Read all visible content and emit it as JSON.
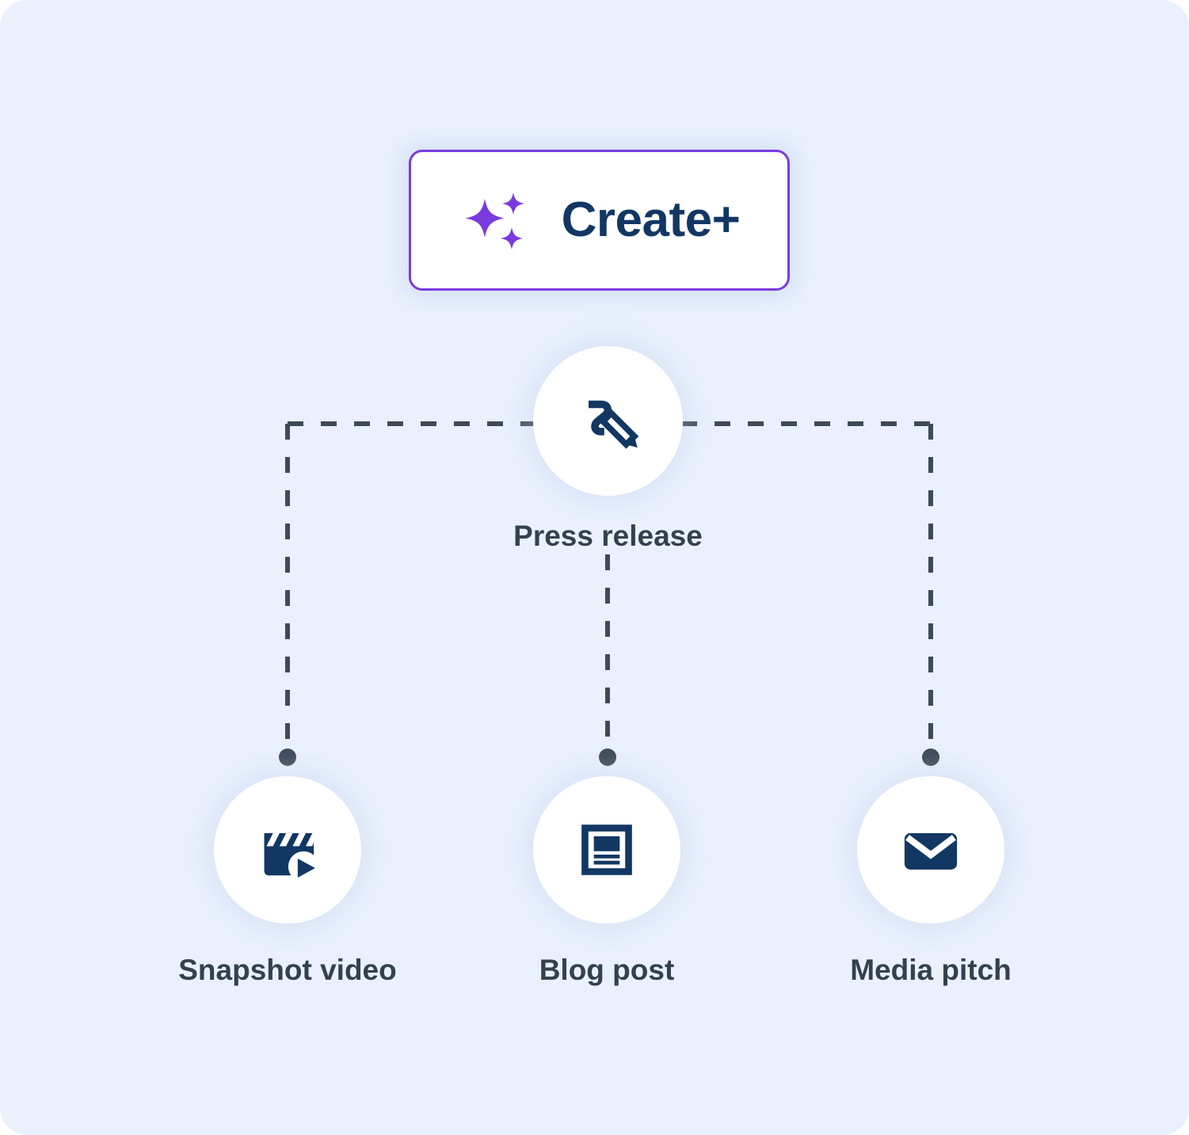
{
  "theme": {
    "background": "#eaf1fc",
    "card_background": "#ffffff",
    "accent_purple": "#7b3ae0",
    "navy": "#123763",
    "label_slate": "#33414f",
    "connector_slate": "#3e4a58"
  },
  "create_button": {
    "label": "Create+",
    "icon": "sparkles-icon",
    "icon_color": "#7b3ae0",
    "text_color": "#123763",
    "border_color": "#7b3ae0"
  },
  "diagram": {
    "type": "hierarchy",
    "root": {
      "id": "press-release",
      "label": "Press release",
      "icon": "pencil-scribble-icon"
    },
    "children": [
      {
        "id": "snapshot-video",
        "label": "Snapshot video",
        "icon": "clapperboard-play-icon"
      },
      {
        "id": "blog-post",
        "label": "Blog post",
        "icon": "article-document-icon"
      },
      {
        "id": "media-pitch",
        "label": "Media pitch",
        "icon": "envelope-icon"
      }
    ],
    "connector_style": "dashed",
    "endpoint_marker": "dot"
  }
}
